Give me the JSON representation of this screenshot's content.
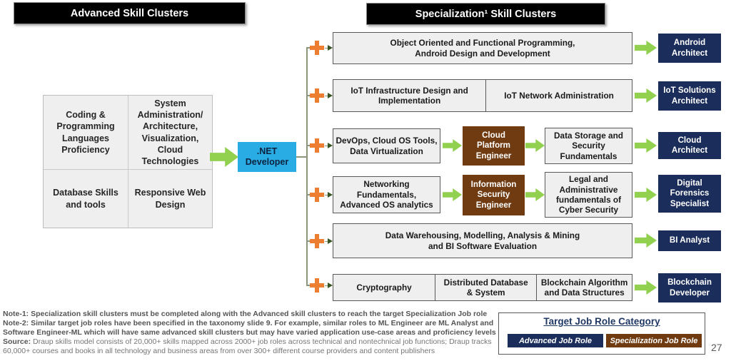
{
  "headers": {
    "advanced": "Advanced Skill Clusters",
    "specialization": "Specialization¹ Skill Clusters"
  },
  "advanced_grid": {
    "cell_1": "Coding &\nProgramming\nLanguages\nProficiency",
    "cell_2": "System\nAdministration/\nArchitecture,\nVisualization,\nCloud\nTechnologies",
    "cell_3": "Database Skills\nand tools",
    "cell_4": "Responsive Web\nDesign"
  },
  "root": {
    "role": ".NET\nDeveloper"
  },
  "rows": [
    {
      "skill_1": "Object Oriented and Functional Programming,\nAndroid Design and Development",
      "role": "Android\nArchitect"
    },
    {
      "skill_1": "IoT Infrastructure Design and\nImplementation",
      "skill_2": "IoT Network Administration",
      "role": "IoT Solutions\nArchitect"
    },
    {
      "skill_1": "DevOps, Cloud OS Tools,\nData Virtualization",
      "mid_role": "Cloud\nPlatform\nEngineer",
      "skill_2": "Data Storage and\nSecurity\nFundamentals",
      "role": "Cloud\nArchitect"
    },
    {
      "skill_1": "Networking\nFundamentals,\nAdvanced OS analytics",
      "mid_role": "Information\nSecurity\nEngineer",
      "skill_2": "Legal and\nAdministrative\nfundamentals of\nCyber Security",
      "role": "Digital\nForensics\nSpecialist"
    },
    {
      "skill_1": "Data Warehousing, Modelling, Analysis & Mining\nand BI Software Evaluation",
      "role": "BI Analyst"
    },
    {
      "skill_1": "Cryptography",
      "skill_2": "Distributed Database\n& System",
      "skill_3": "Blockchain Algorithm\nand Data Structures",
      "role": "Blockchain\nDeveloper"
    }
  ],
  "legend": {
    "title": "Target Job Role Category",
    "advanced_label": "Advanced Job Role",
    "specialization_label": "Specialization Job Role"
  },
  "notes": {
    "line_1": "Note-1: Specialization skill clusters must be completed along with the Advanced skill clusters to reach the target Specialization Job role",
    "line_2": "Note-2: Similar target job roles have been specified in the taxonomy slide 9. For example, similar roles to ML Engineer are ML Analyst and",
    "line_3": "Software Engineer-ML which will have same advanced skill clusters but may have varied application use-case areas and proficiency levels",
    "source_label": "Source:",
    "source_line_1": " Draup skills model consists of 20,000+ skills mapped across 2000+ job roles across technical and nontechnical job functions; Draup tracks",
    "source_line_2": "60,000+ courses and books in all technology and business areas from over 300+ different course providers and content publishers"
  },
  "page_number": "27",
  "colors": {
    "advanced_role_navy": "#1b2e5b",
    "specialization_role_brown": "#703b11",
    "root_node_cyan": "#29ace3",
    "arrow_green": "#92d050",
    "plus_orange": "#ed7d31",
    "connector_olive": "#8a957a"
  }
}
